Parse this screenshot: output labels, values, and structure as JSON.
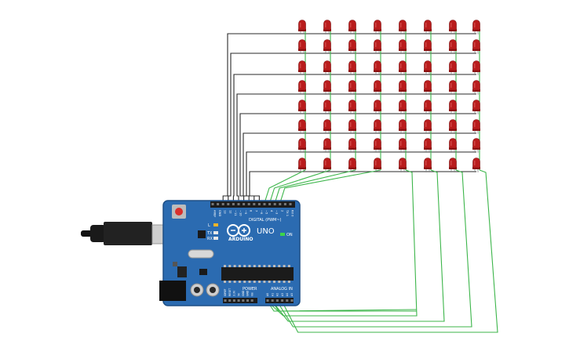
{
  "board": {
    "brand": "ARDUINO",
    "model": "UNO",
    "digital_label": "DIGITAL (PWM~)",
    "power_label": "POWER",
    "analog_label": "ANALOG IN",
    "on_label": "ON",
    "l_label": "L",
    "tx_label": "TX",
    "rx_label": "RX",
    "digital_pins": [
      "AREF",
      "GND",
      "13",
      "12",
      "~11",
      "~10",
      "~9",
      "8",
      "7",
      "~6",
      "~5",
      "4",
      "~3",
      "2",
      "TX 1",
      "RX 0"
    ],
    "power_pins": [
      "IOREF",
      "RESET",
      "3.3V",
      "5V",
      "GND",
      "GND",
      "Vin"
    ],
    "analog_pins": [
      "A0",
      "A1",
      "A2",
      "A3",
      "A4",
      "A5"
    ]
  },
  "matrix": {
    "rows": 8,
    "cols": 8
  },
  "colors": {
    "board": "#2b6bb1",
    "led": "#b91c1c",
    "wire_row": "#2a2a2a",
    "wire_col": "#3cb54a"
  }
}
